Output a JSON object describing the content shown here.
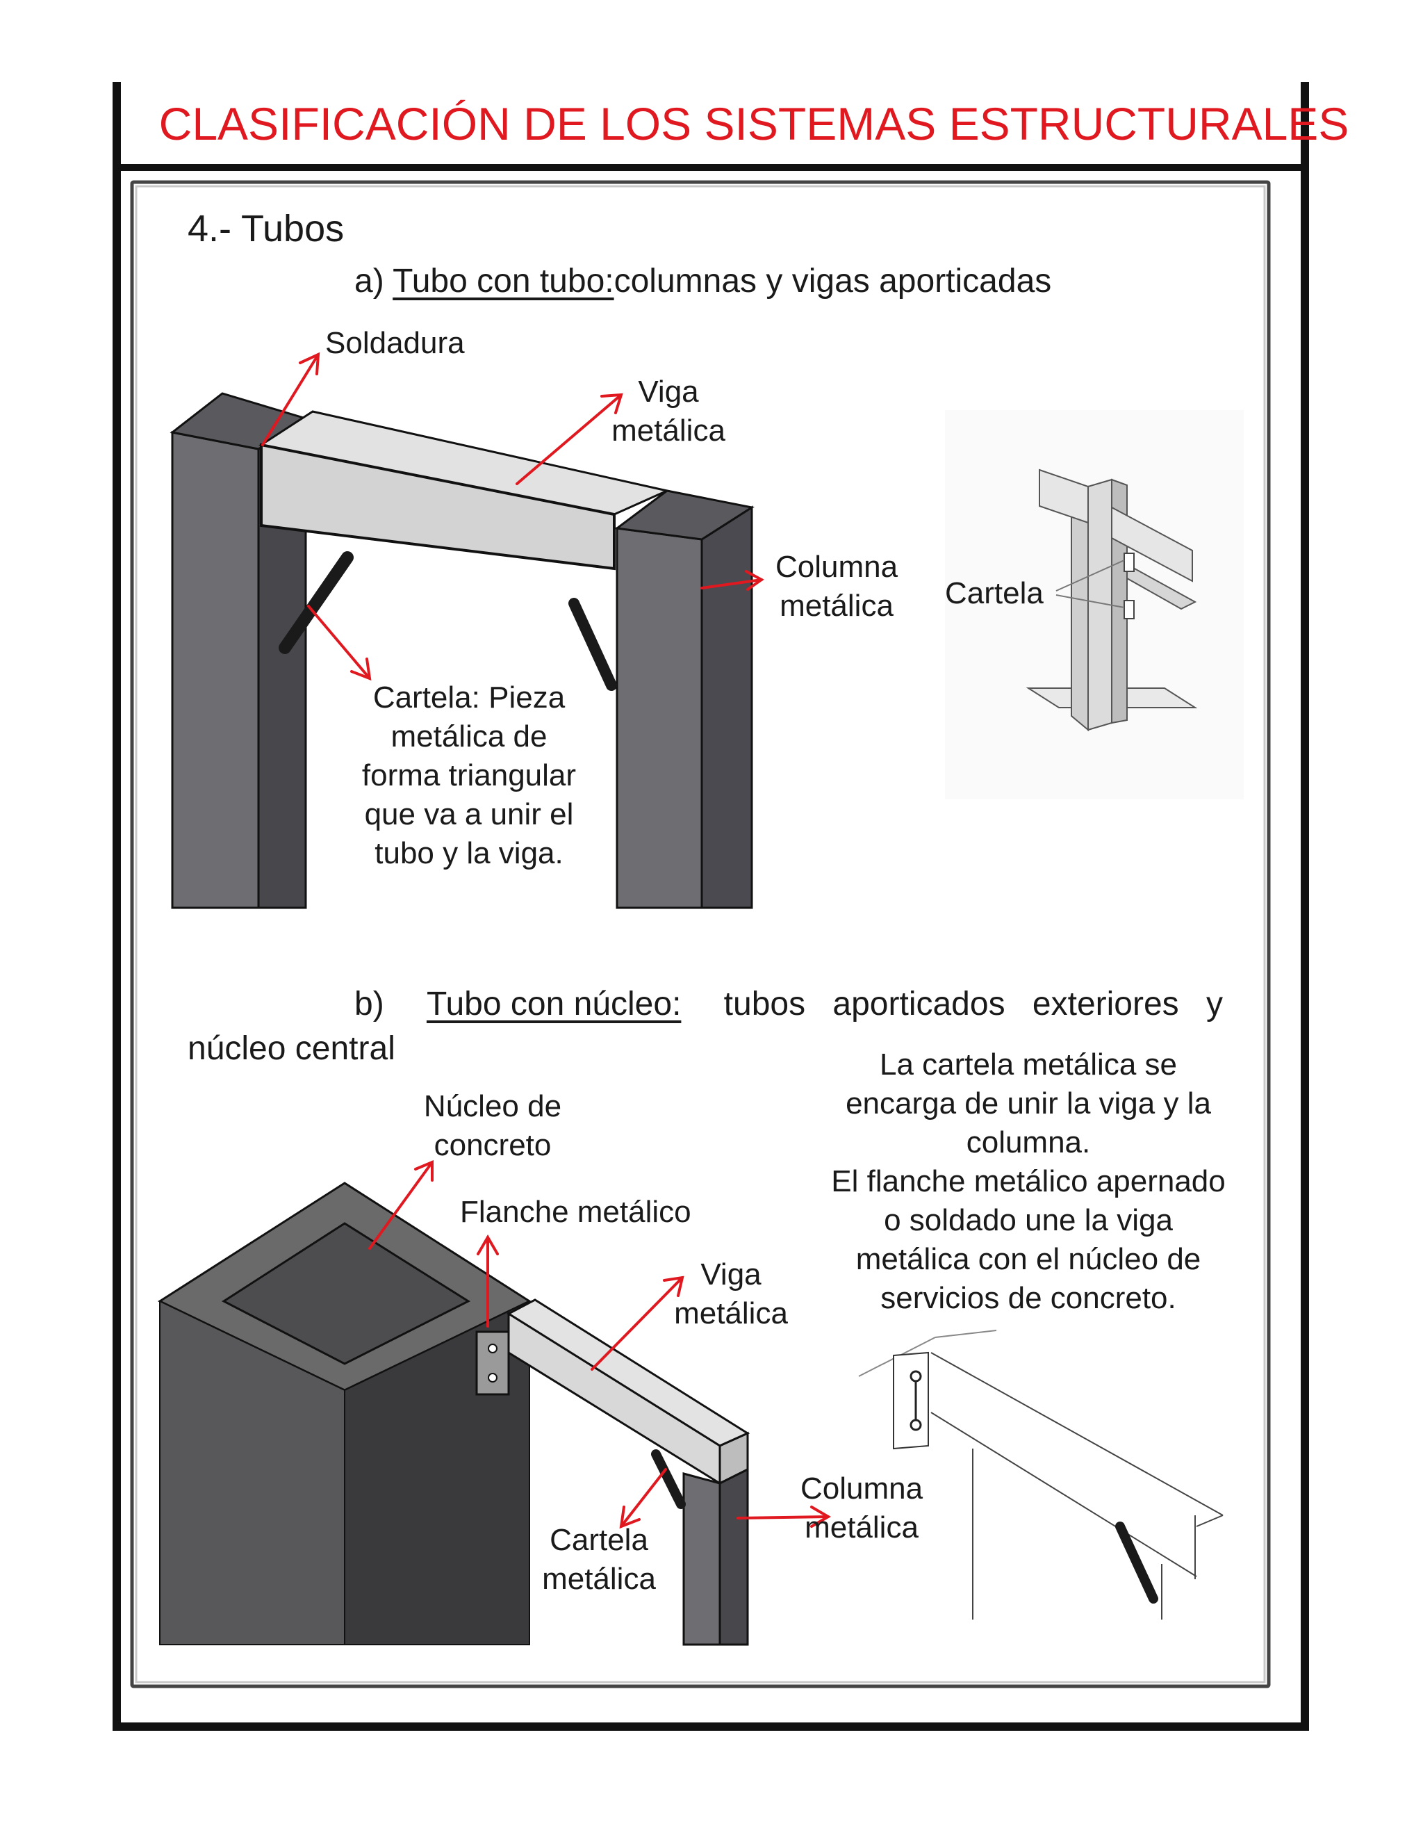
{
  "header": {
    "title": "CLASIFICACIÓN DE LOS SISTEMAS ESTRUCTURALES"
  },
  "section": {
    "heading": "4.- Tubos",
    "a": {
      "prefix": "a)",
      "underlined": "Tubo con tubo:",
      "rest": "columnas y vigas aporticadas"
    },
    "b": {
      "prefix": "b)",
      "underlined": "Tubo con núcleo:",
      "rest": "tubos aporticados exteriores y",
      "line2": "núcleo central"
    }
  },
  "figure_a": {
    "soldadura": "Soldadura",
    "viga_l1": "Viga",
    "viga_l2": "metálica",
    "columna_l1": "Columna",
    "columna_l2": "metálica",
    "cartela_l1": "Cartela: Pieza",
    "cartela_l2": "metálica de",
    "cartela_l3": "forma triangular",
    "cartela_l4": "que va a  unir  el",
    "cartela_l5": "tubo y la viga.",
    "cartela_side": "Cartela"
  },
  "figure_b": {
    "nucleo_l1": "Núcleo de",
    "nucleo_l2": "concreto",
    "flanche": "Flanche metálico",
    "viga_l1": "Viga",
    "viga_l2": "metálica",
    "cartela_l1": "Cartela",
    "cartela_l2": "metálica",
    "columna_l1": "Columna",
    "columna_l2": "metálica",
    "desc_l1": "La cartela metálica se",
    "desc_l2": "encarga de unir la viga y la",
    "desc_l3": "columna.",
    "desc_l4": "El flanche metálico apernado",
    "desc_l5": "o soldado une la viga",
    "desc_l6": "metálica con el núcleo de",
    "desc_l7": "servicios de concreto."
  },
  "colors": {
    "title": "#e0181f",
    "arrow": "#e0181f",
    "frame": "#111111"
  }
}
